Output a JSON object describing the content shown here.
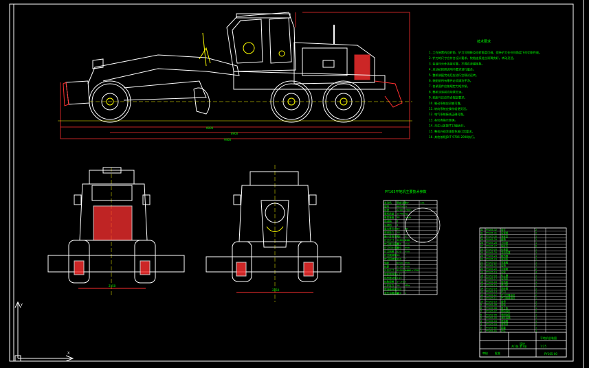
{
  "tech_requirements": {
    "title": "技术要求",
    "items": [
      "1. 工作装置的回转角、铲刀可侧移及回转角度可调，保持铲刀在任何角度下的切削性能。",
      "2. 铲刀的尺寸应符合设计要求，铰链连接处应润滑良好，转动灵活。",
      "3. 各液压元件连接可靠，不得有渗漏现象。",
      "4. 发动机按照说明书要求进行磨合。",
      "5. 整机装配完成后应进行空载试运转。",
      "6. 装配前所有零件必须清洗干净。",
      "7. 各紧固件应按规定力矩拧紧。",
      "8. 整机涂漆前应除锈去油。",
      "9. 轮胎气压应符合规定要求。",
      "10. 制动系统应灵敏可靠。",
      "11. 转向系统应操作轻便灵活。",
      "12. 电气系统接线正确可靠。",
      "13. 各仪表指示准确。",
      "14. 未注公差按IT13级执行。",
      "15. 整机外观涂漆颜色按订货要求。",
      "16. 其他按照JB/T 9706-2008执行。"
    ]
  },
  "params_table": {
    "title": "PY165平地机主要技术参数",
    "rows": [
      [
        "发动机",
        "额定功率",
        "kW",
        "121"
      ],
      [
        "型号",
        "6BTA5.9",
        "",
        ""
      ],
      [
        "转速",
        "2200",
        "r/min",
        ""
      ],
      [
        "整机质量",
        "15400",
        "kg",
        ""
      ],
      [
        "最高速度",
        "38",
        "km/h",
        ""
      ],
      [
        "前进档",
        "6",
        "",
        ""
      ],
      [
        "后退档",
        "3",
        "",
        ""
      ],
      [
        "最大牵引力",
        "80",
        "kN",
        ""
      ],
      [
        "爬坡能力",
        "20",
        "°",
        ""
      ],
      [
        "最小转弯半径",
        "7.8",
        "m",
        ""
      ],
      [
        "铲刀尺寸",
        "3660×610",
        "mm",
        ""
      ],
      [
        "铲刀提升高度",
        "430",
        "mm",
        ""
      ],
      [
        "铲刀切土深度",
        "500",
        "mm",
        ""
      ],
      [
        "铲刀侧移",
        "650",
        "mm",
        ""
      ],
      [
        "铲刀倾斜角",
        "90",
        "°",
        ""
      ],
      [
        "铲刀回转角",
        "360",
        "°",
        ""
      ],
      [
        "轴距",
        "6000",
        "mm",
        ""
      ],
      [
        "轮距",
        "2150",
        "mm",
        ""
      ],
      [
        "外形尺寸",
        "8900×2600×3350",
        "mm",
        ""
      ],
      [
        "前轮倾斜角",
        "±17",
        "°",
        ""
      ],
      [
        "前桥摆动角",
        "±15",
        "°",
        ""
      ],
      [
        "轮胎规格",
        "17.5-25",
        "",
        ""
      ],
      [
        "工作压力",
        "16",
        "MPa",
        ""
      ],
      [
        "燃油箱容量",
        "280",
        "L",
        ""
      ],
      [
        "液压油箱容量",
        "150",
        "L",
        ""
      ]
    ]
  },
  "title_block": {
    "drawing_name": "平地机总装图",
    "drawing_no": "PY165-00",
    "scale": "1:25",
    "sheet": "共1张 第1张",
    "label_design": "设计",
    "label_check": "审核",
    "label_approve": "批准"
  },
  "parts_rows": [
    [
      "32",
      "PY165-32",
      "前灯",
      "2",
      ""
    ],
    [
      "31",
      "PY165-31",
      "后视镜",
      "2",
      ""
    ],
    [
      "30",
      "PY165-30",
      "驾驶室",
      "1",
      ""
    ],
    [
      "29",
      "PY165-29",
      "座椅",
      "1",
      ""
    ],
    [
      "28",
      "PY165-28",
      "方向盘",
      "1",
      ""
    ],
    [
      "27",
      "PY165-27",
      "操纵杆",
      "8",
      ""
    ],
    [
      "26",
      "PY165-26",
      "仪表盘",
      "1",
      ""
    ],
    [
      "25",
      "PY165-25",
      "发动机罩",
      "1",
      ""
    ],
    [
      "24",
      "PY165-24",
      "散热器",
      "1",
      ""
    ],
    [
      "23",
      "PY165-23",
      "发动机",
      "1",
      ""
    ],
    [
      "22",
      "PY165-22",
      "变速箱",
      "1",
      ""
    ],
    [
      "21",
      "PY165-21",
      "后桥",
      "1",
      ""
    ],
    [
      "20",
      "PY165-20",
      "平衡箱",
      "2",
      ""
    ],
    [
      "19",
      "PY165-19",
      "后轮",
      "4",
      ""
    ],
    [
      "18",
      "PY165-18",
      "松土器",
      "1",
      ""
    ],
    [
      "17",
      "PY165-17",
      "后机架",
      "1",
      ""
    ],
    [
      "16",
      "PY165-16",
      "前机架",
      "1",
      ""
    ],
    [
      "15",
      "PY165-15",
      "牵引架",
      "1",
      ""
    ],
    [
      "14",
      "PY165-14",
      "回转圈",
      "1",
      ""
    ],
    [
      "13",
      "PY165-13",
      "铲刀",
      "1",
      ""
    ],
    [
      "12",
      "PY165-12",
      "铲刀升降油缸",
      "2",
      ""
    ],
    [
      "11",
      "PY165-11",
      "铲刀侧移油缸",
      "1",
      ""
    ],
    [
      "10",
      "PY165-10",
      "前桥",
      "1",
      ""
    ],
    [
      "9",
      "PY165-09",
      "前轮",
      "2",
      ""
    ],
    [
      "8",
      "PY165-08",
      "推土板",
      "1",
      ""
    ],
    [
      "7",
      "PY165-07",
      "转向油缸",
      "2",
      ""
    ],
    [
      "6",
      "PY165-06",
      "倾斜油缸",
      "1",
      ""
    ],
    [
      "5",
      "PY165-05",
      "液压油箱",
      "1",
      ""
    ],
    [
      "4",
      "PY165-04",
      "燃油箱",
      "1",
      ""
    ],
    [
      "3",
      "PY165-03",
      "蓄电池",
      "2",
      ""
    ],
    [
      "2",
      "PY165-02",
      "配重",
      "1",
      ""
    ],
    [
      "1",
      "PY165-01",
      "护栏",
      "1",
      ""
    ]
  ],
  "dimensions": {
    "side_a": "6000",
    "side_b": "8900",
    "side_c": "9460",
    "front_width": "2150",
    "rear_width": "2150"
  },
  "ucs": {
    "y_label": "Y",
    "x_label": "X"
  },
  "colors": {
    "background": "#000000",
    "lines": "#ffffff",
    "text": "#00ff00",
    "dimension": "#ff3030",
    "center": "#ffff00",
    "hatch": "#ff3030",
    "magenta": "#ff40ff"
  }
}
